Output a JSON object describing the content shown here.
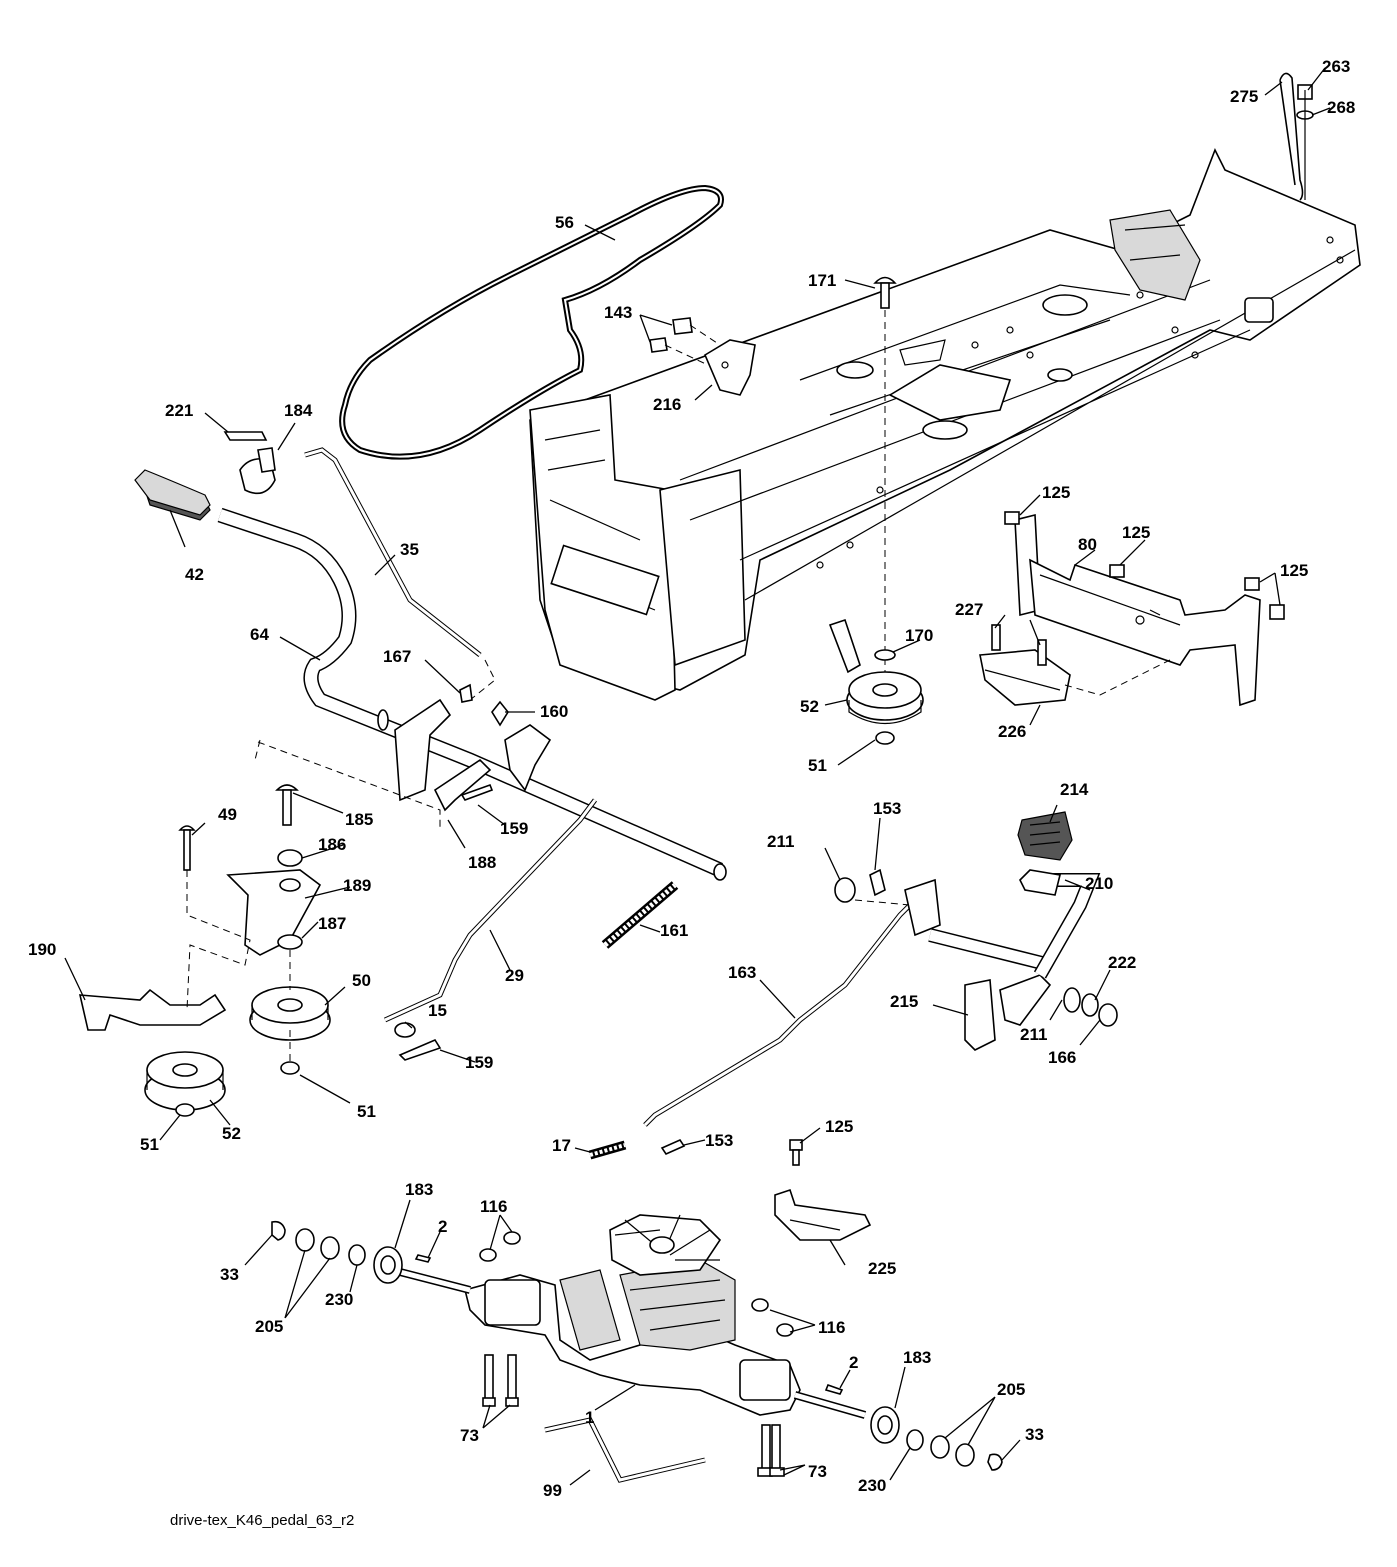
{
  "caption": "drive-tex_K46_pedal_63_r2",
  "labels": [
    {
      "id": "l275",
      "text": "275"
    },
    {
      "id": "l263",
      "text": "263"
    },
    {
      "id": "l268",
      "text": "268"
    },
    {
      "id": "l56",
      "text": "56"
    },
    {
      "id": "l171",
      "text": "171"
    },
    {
      "id": "l143",
      "text": "143"
    },
    {
      "id": "l216",
      "text": "216"
    },
    {
      "id": "l221",
      "text": "221"
    },
    {
      "id": "l184",
      "text": "184"
    },
    {
      "id": "l42",
      "text": "42"
    },
    {
      "id": "l35",
      "text": "35"
    },
    {
      "id": "l64",
      "text": "64"
    },
    {
      "id": "l167",
      "text": "167"
    },
    {
      "id": "l160",
      "text": "160"
    },
    {
      "id": "l125a",
      "text": "125"
    },
    {
      "id": "l80",
      "text": "80"
    },
    {
      "id": "l125b",
      "text": "125"
    },
    {
      "id": "l125c",
      "text": "125"
    },
    {
      "id": "l227",
      "text": "227"
    },
    {
      "id": "l170",
      "text": "170"
    },
    {
      "id": "l52a",
      "text": "52"
    },
    {
      "id": "l226",
      "text": "226"
    },
    {
      "id": "l51a",
      "text": "51"
    },
    {
      "id": "l49",
      "text": "49"
    },
    {
      "id": "l185",
      "text": "185"
    },
    {
      "id": "l159a",
      "text": "159"
    },
    {
      "id": "l186",
      "text": "186"
    },
    {
      "id": "l188",
      "text": "188"
    },
    {
      "id": "l189",
      "text": "189"
    },
    {
      "id": "l153a",
      "text": "153"
    },
    {
      "id": "l214",
      "text": "214"
    },
    {
      "id": "l211a",
      "text": "211"
    },
    {
      "id": "l210",
      "text": "210"
    },
    {
      "id": "l187",
      "text": "187"
    },
    {
      "id": "l161",
      "text": "161"
    },
    {
      "id": "l190",
      "text": "190"
    },
    {
      "id": "l50",
      "text": "50"
    },
    {
      "id": "l29",
      "text": "29"
    },
    {
      "id": "l163",
      "text": "163"
    },
    {
      "id": "l222",
      "text": "222"
    },
    {
      "id": "l15",
      "text": "15"
    },
    {
      "id": "l215",
      "text": "215"
    },
    {
      "id": "l211b",
      "text": "211"
    },
    {
      "id": "l166",
      "text": "166"
    },
    {
      "id": "l159b",
      "text": "159"
    },
    {
      "id": "l51b",
      "text": "51"
    },
    {
      "id": "l51c",
      "text": "51"
    },
    {
      "id": "l52b",
      "text": "52"
    },
    {
      "id": "l125d",
      "text": "125"
    },
    {
      "id": "l17",
      "text": "17"
    },
    {
      "id": "l153b",
      "text": "153"
    },
    {
      "id": "l183a",
      "text": "183"
    },
    {
      "id": "l116a",
      "text": "116"
    },
    {
      "id": "l2a",
      "text": "2"
    },
    {
      "id": "l33a",
      "text": "33"
    },
    {
      "id": "l225",
      "text": "225"
    },
    {
      "id": "l230a",
      "text": "230"
    },
    {
      "id": "l205a",
      "text": "205"
    },
    {
      "id": "l116b",
      "text": "116"
    },
    {
      "id": "l2b",
      "text": "2"
    },
    {
      "id": "l183b",
      "text": "183"
    },
    {
      "id": "l1",
      "text": "1"
    },
    {
      "id": "l205b",
      "text": "205"
    },
    {
      "id": "l73a",
      "text": "73"
    },
    {
      "id": "l33b",
      "text": "33"
    },
    {
      "id": "l73b",
      "text": "73"
    },
    {
      "id": "l99",
      "text": "99"
    },
    {
      "id": "l230b",
      "text": "230"
    }
  ]
}
